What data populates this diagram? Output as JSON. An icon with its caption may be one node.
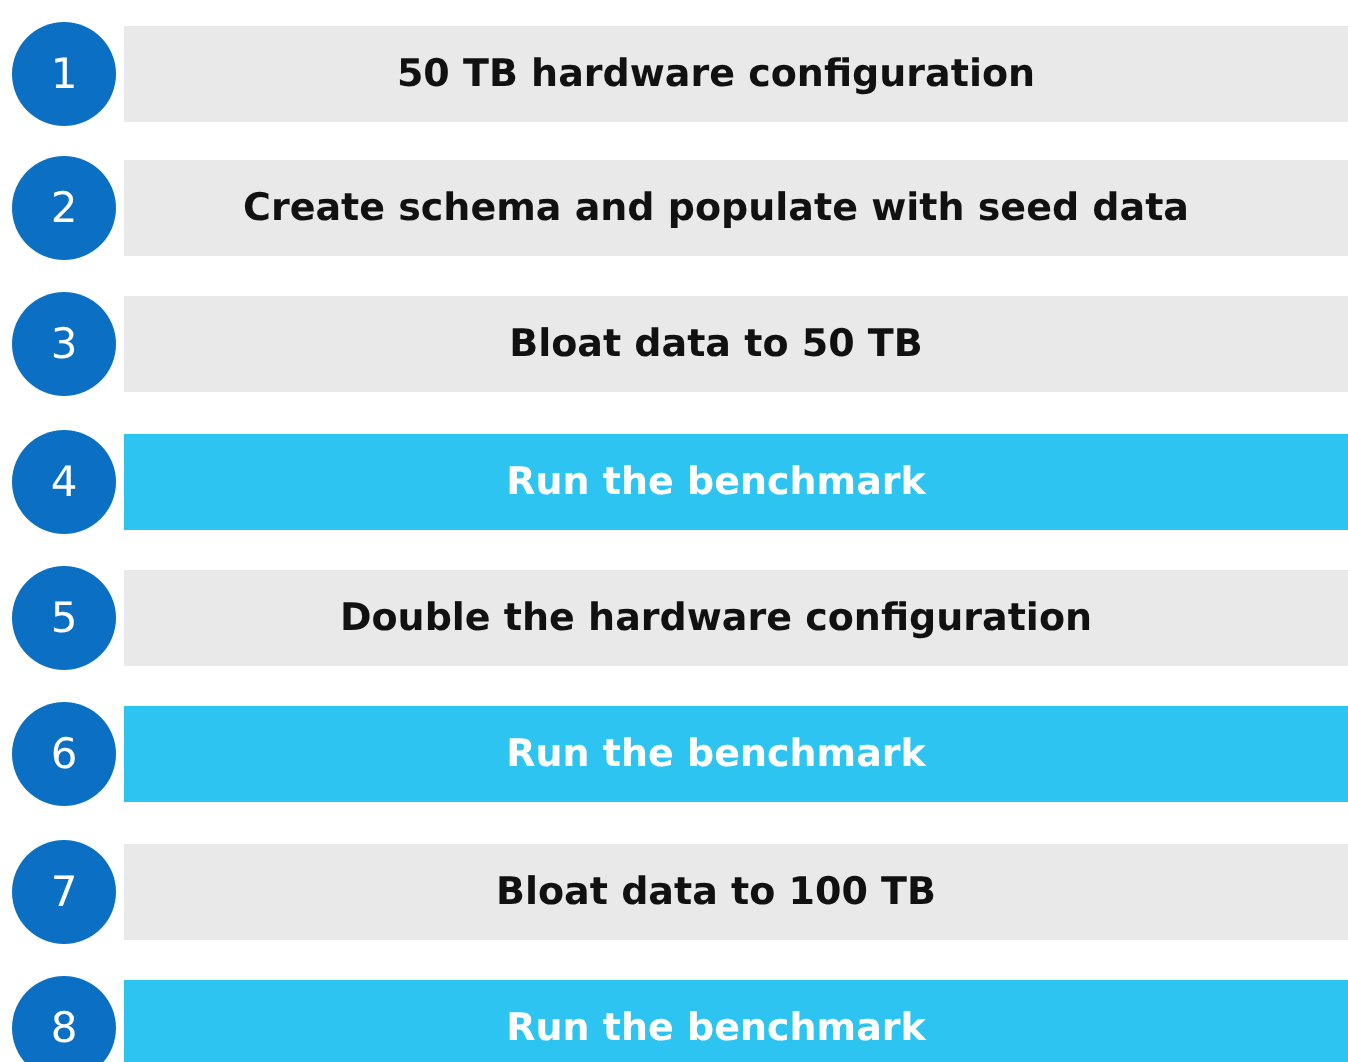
{
  "diagram": {
    "nodes": [
      {
        "text": [
          "1"
        ]
      },
      {
        "text": [
          "50 TB hardware configuration"
        ]
      },
      {
        "text": [
          "2"
        ]
      },
      {
        "text": [
          "Create schema and populate with seed data"
        ]
      },
      {
        "text": [
          "3"
        ]
      },
      {
        "text": [
          "Bloat data to 50 TB"
        ]
      },
      {
        "text": [
          "4"
        ]
      },
      {
        "text": [
          "Run the benchmark"
        ]
      },
      {
        "text": [
          "5"
        ]
      },
      {
        "text": [
          "Double the hardware configuration"
        ]
      },
      {
        "text": [
          "6"
        ]
      },
      {
        "text": [
          "Run the benchmark"
        ]
      },
      {
        "text": [
          "7"
        ]
      },
      {
        "text": [
          "Bloat data to 100 TB"
        ]
      },
      {
        "text": [
          "8"
        ]
      },
      {
        "text": [
          "Run the benchmark"
        ]
      }
    ]
  }
}
